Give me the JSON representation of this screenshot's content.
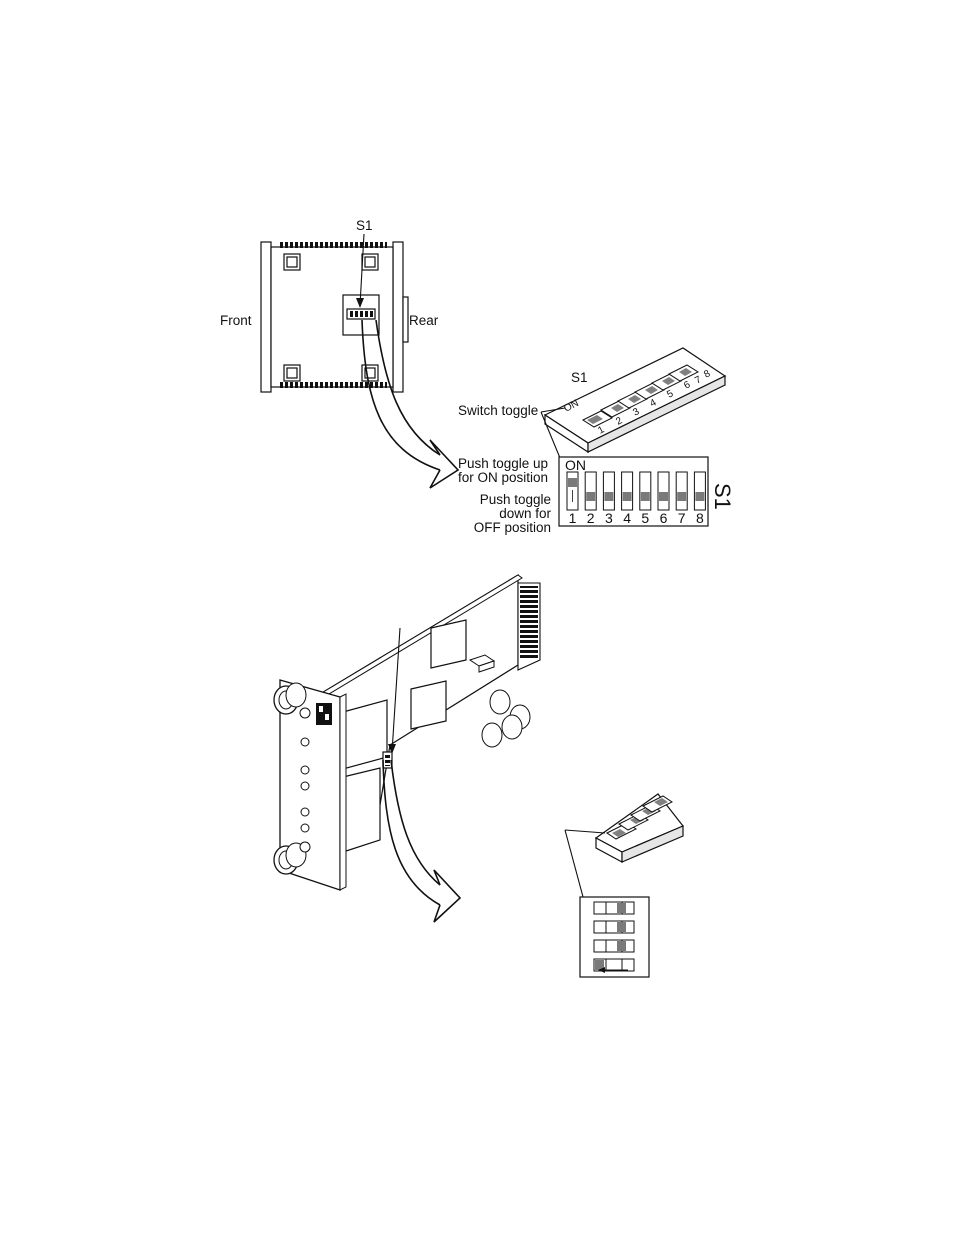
{
  "top_figure": {
    "switch_callout": "S1",
    "front_label": "Front",
    "rear_label": "Rear",
    "switch_3d_label": "S1",
    "switch_toggle_label": "Switch toggle",
    "on_label_3d": "ON",
    "push_up_line1": "Push toggle up",
    "push_up_line2": "for ON position",
    "push_down_line1": "Push toggle",
    "push_down_line2": "down for",
    "push_down_line3": "OFF position",
    "on_label": "ON",
    "switch_side_label": "S1",
    "switch_positions": [
      "1",
      "2",
      "3",
      "4",
      "5",
      "6",
      "7",
      "8"
    ],
    "switch_states": [
      "on",
      "off",
      "off",
      "off",
      "off",
      "off",
      "off",
      "off"
    ]
  },
  "bottom_figure": {
    "switch_rows": 4,
    "switch_states_top_to_bottom": [
      "off",
      "off",
      "off",
      "on"
    ]
  }
}
